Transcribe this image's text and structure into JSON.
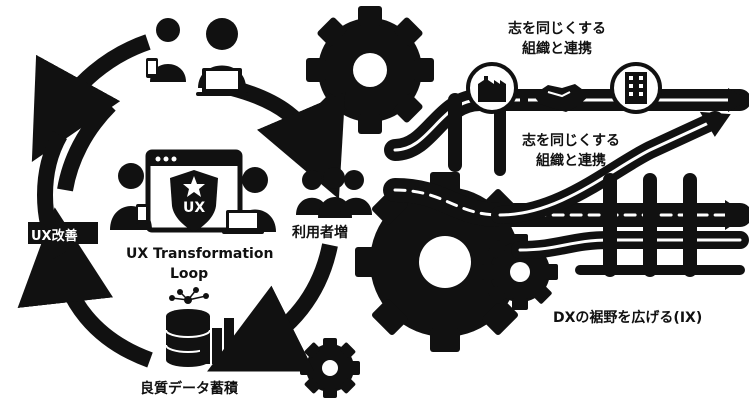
{
  "diagram": {
    "loop_title_line1": "UX Transformation",
    "loop_title_line2": "Loop",
    "shield_text": "UX",
    "label_users_increase": "利用者増",
    "label_ux_improvement": "UX改善",
    "label_quality_data": "良質データ蓄積",
    "label_collab_top_line1": "志を同じくする",
    "label_collab_top_line2": "組織と連携",
    "label_collab_mid_line1": "志を同じくする",
    "label_collab_mid_line2": "組織と連携",
    "label_dx_expand": "DXの裾野を広げる(IX)"
  },
  "colors": {
    "ink": "#111111",
    "background": "#ffffff"
  },
  "icons": [
    "users-icon",
    "group-icon",
    "shield-star-icon",
    "database-chart-icon",
    "factory-icon",
    "handshake-icon",
    "building-icon",
    "gear-icon",
    "arrow-icon"
  ]
}
